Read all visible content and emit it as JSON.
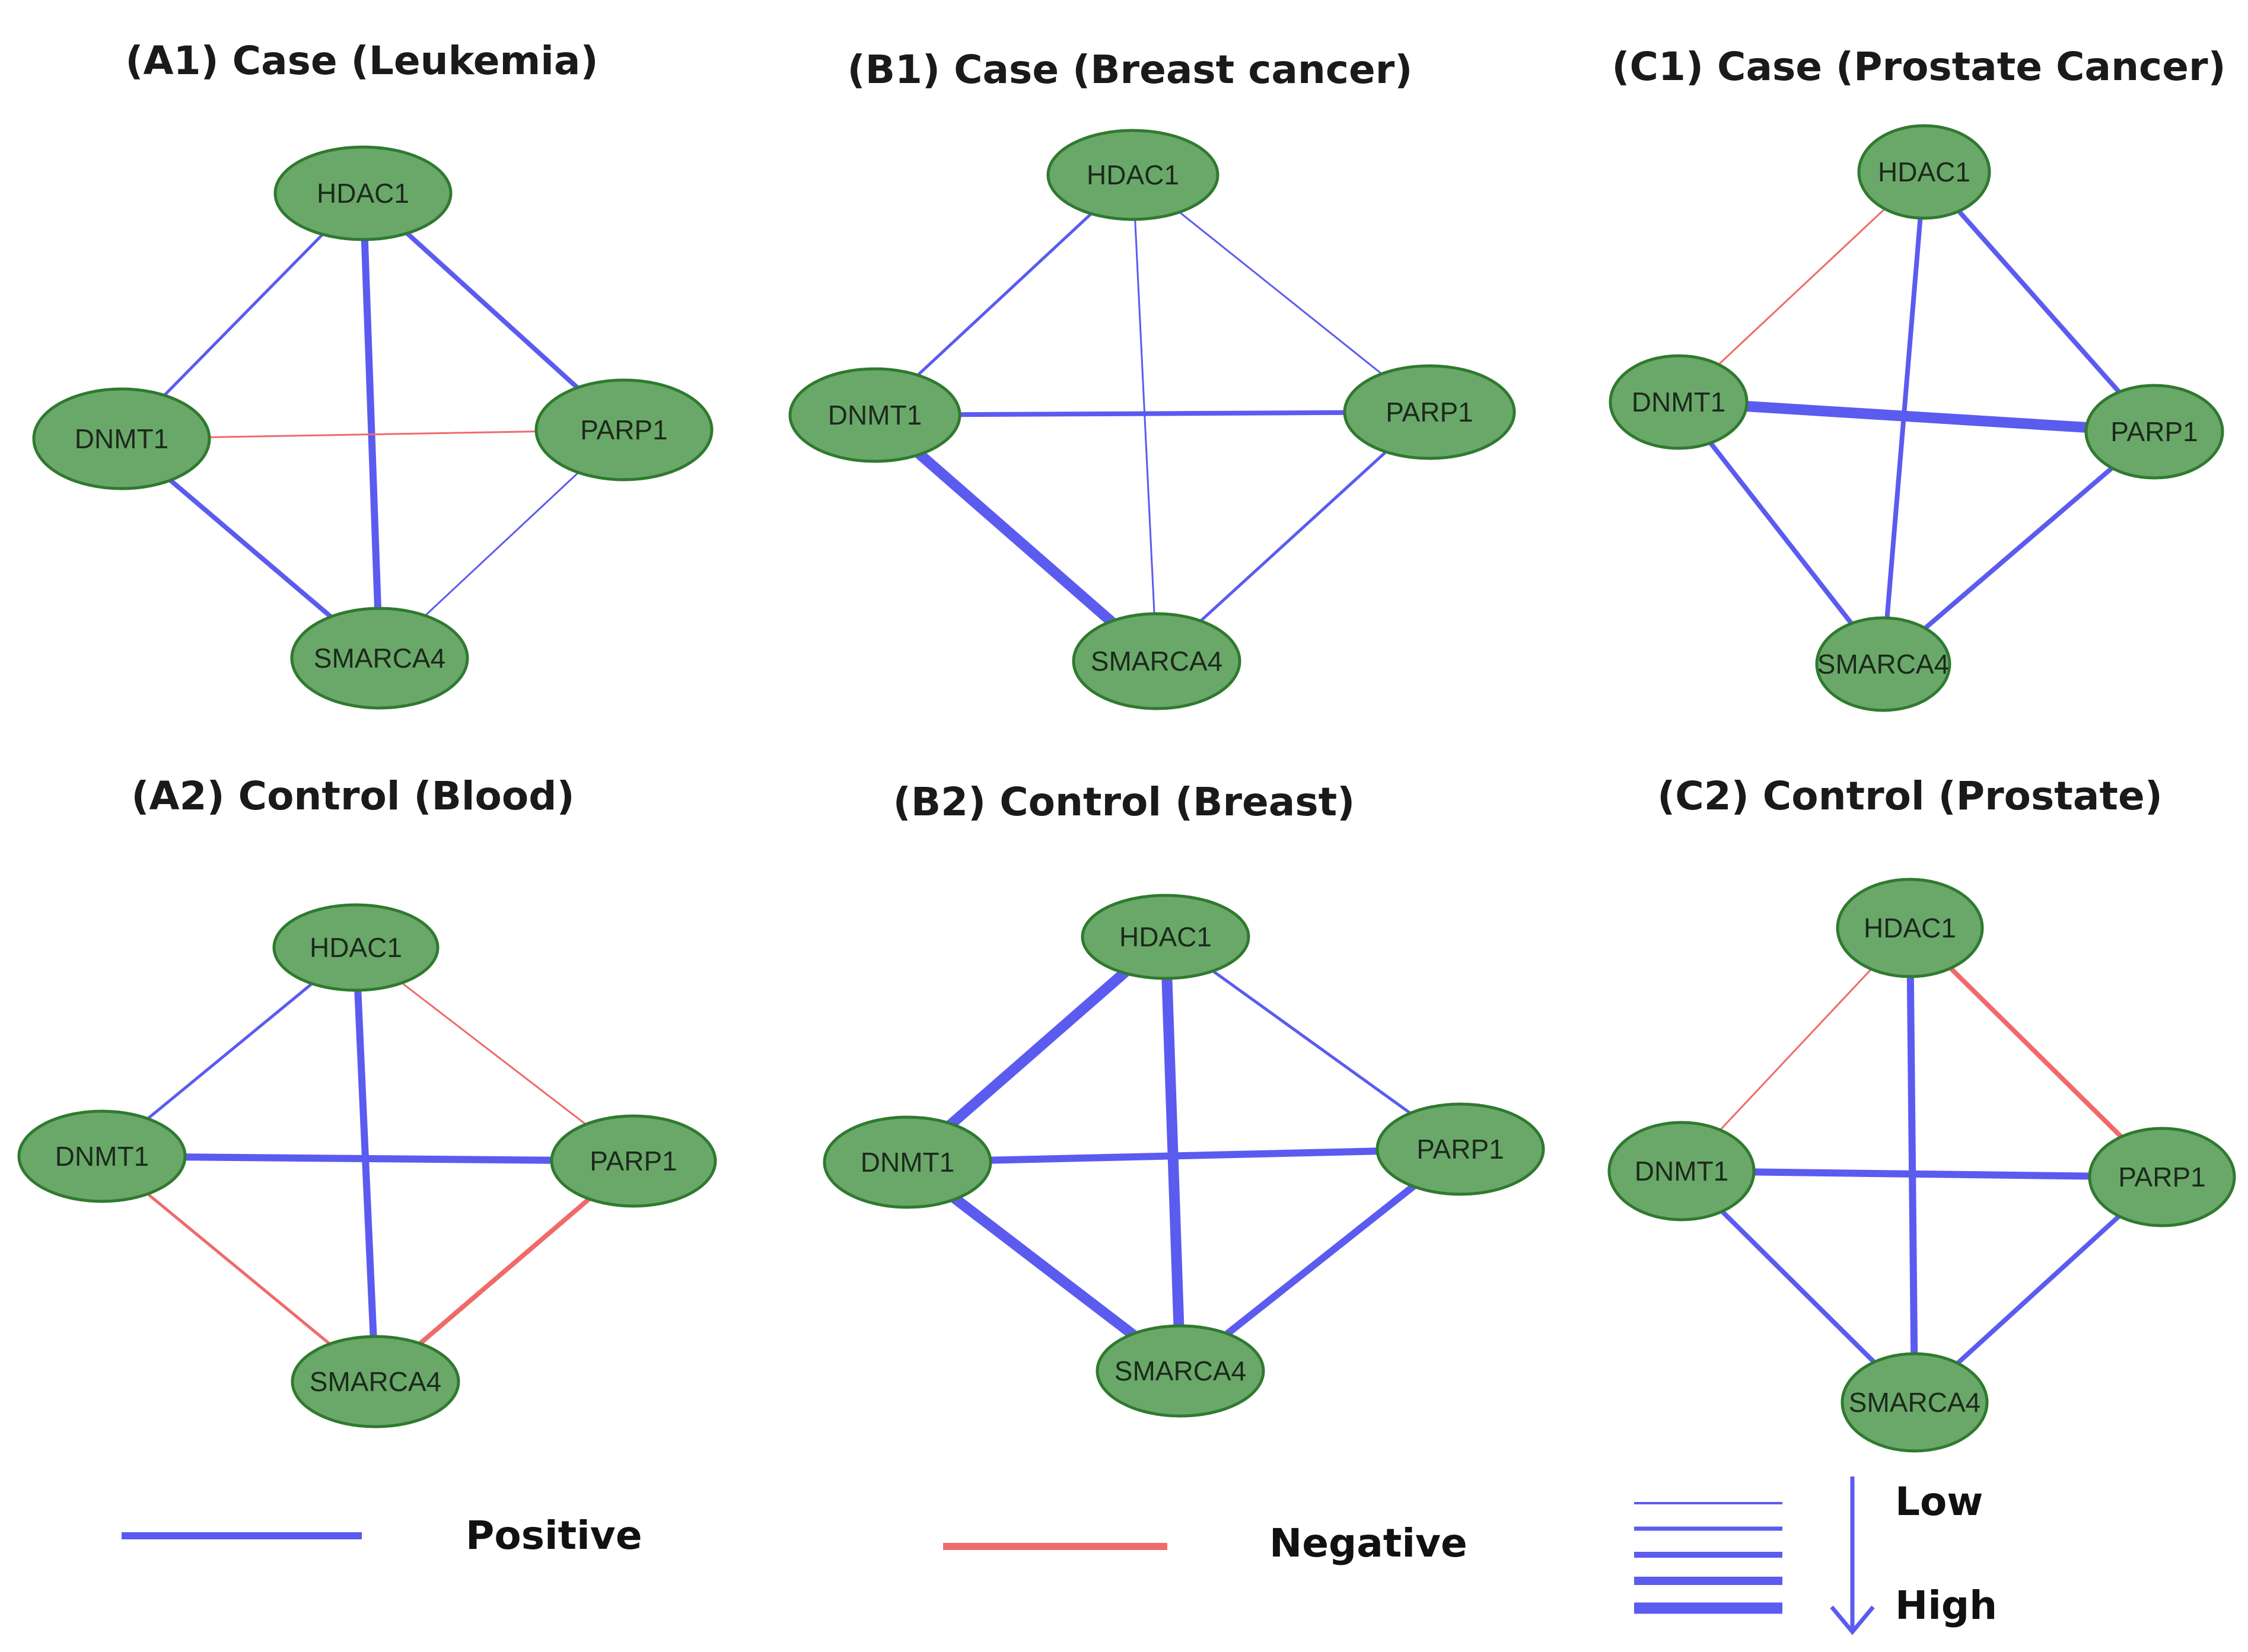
{
  "colors": {
    "positive": "#5b5bf0",
    "negative": "#f06a6a",
    "node_fill": "#6aa86a",
    "node_stroke": "#2f7a2f"
  },
  "panels": [
    {
      "id": "a1",
      "title": "(A1) Case (Leukemia)",
      "nodes": {
        "HDAC1": "HDAC1",
        "DNMT1": "DNMT1",
        "PARP1": "PARP1",
        "SMARCA4": "SMARCA4"
      },
      "edges": [
        {
          "from": "HDAC1",
          "to": "DNMT1",
          "sign": "positive",
          "strength": 2
        },
        {
          "from": "HDAC1",
          "to": "PARP1",
          "sign": "positive",
          "strength": 3
        },
        {
          "from": "HDAC1",
          "to": "SMARCA4",
          "sign": "positive",
          "strength": 4
        },
        {
          "from": "DNMT1",
          "to": "PARP1",
          "sign": "negative",
          "strength": 1
        },
        {
          "from": "DNMT1",
          "to": "SMARCA4",
          "sign": "positive",
          "strength": 3
        },
        {
          "from": "PARP1",
          "to": "SMARCA4",
          "sign": "positive",
          "strength": 1
        }
      ]
    },
    {
      "id": "b1",
      "title": "(B1) Case (Breast cancer)",
      "nodes": {
        "HDAC1": "HDAC1",
        "DNMT1": "DNMT1",
        "PARP1": "PARP1",
        "SMARCA4": "SMARCA4"
      },
      "edges": [
        {
          "from": "HDAC1",
          "to": "DNMT1",
          "sign": "positive",
          "strength": 2
        },
        {
          "from": "HDAC1",
          "to": "PARP1",
          "sign": "positive",
          "strength": 1
        },
        {
          "from": "HDAC1",
          "to": "SMARCA4",
          "sign": "positive",
          "strength": 1
        },
        {
          "from": "DNMT1",
          "to": "PARP1",
          "sign": "positive",
          "strength": 3
        },
        {
          "from": "DNMT1",
          "to": "SMARCA4",
          "sign": "positive",
          "strength": 5
        },
        {
          "from": "PARP1",
          "to": "SMARCA4",
          "sign": "positive",
          "strength": 2
        }
      ]
    },
    {
      "id": "c1",
      "title": "(C1) Case (Prostate Cancer)",
      "nodes": {
        "HDAC1": "HDAC1",
        "DNMT1": "DNMT1",
        "PARP1": "PARP1",
        "SMARCA4": "SMARCA4"
      },
      "edges": [
        {
          "from": "HDAC1",
          "to": "DNMT1",
          "sign": "negative",
          "strength": 1
        },
        {
          "from": "HDAC1",
          "to": "PARP1",
          "sign": "positive",
          "strength": 3
        },
        {
          "from": "HDAC1",
          "to": "SMARCA4",
          "sign": "positive",
          "strength": 3
        },
        {
          "from": "DNMT1",
          "to": "PARP1",
          "sign": "positive",
          "strength": 5
        },
        {
          "from": "DNMT1",
          "to": "SMARCA4",
          "sign": "positive",
          "strength": 3
        },
        {
          "from": "PARP1",
          "to": "SMARCA4",
          "sign": "positive",
          "strength": 3
        }
      ]
    },
    {
      "id": "a2",
      "title": "(A2) Control (Blood)",
      "nodes": {
        "HDAC1": "HDAC1",
        "DNMT1": "DNMT1",
        "PARP1": "PARP1",
        "SMARCA4": "SMARCA4"
      },
      "edges": [
        {
          "from": "HDAC1",
          "to": "DNMT1",
          "sign": "positive",
          "strength": 2
        },
        {
          "from": "HDAC1",
          "to": "PARP1",
          "sign": "negative",
          "strength": 1
        },
        {
          "from": "HDAC1",
          "to": "SMARCA4",
          "sign": "positive",
          "strength": 4
        },
        {
          "from": "DNMT1",
          "to": "PARP1",
          "sign": "positive",
          "strength": 4
        },
        {
          "from": "DNMT1",
          "to": "SMARCA4",
          "sign": "negative",
          "strength": 2
        },
        {
          "from": "PARP1",
          "to": "SMARCA4",
          "sign": "negative",
          "strength": 3
        }
      ]
    },
    {
      "id": "b2",
      "title": "(B2) Control (Breast)",
      "nodes": {
        "HDAC1": "HDAC1",
        "DNMT1": "DNMT1",
        "PARP1": "PARP1",
        "SMARCA4": "SMARCA4"
      },
      "edges": [
        {
          "from": "HDAC1",
          "to": "DNMT1",
          "sign": "positive",
          "strength": 5
        },
        {
          "from": "HDAC1",
          "to": "PARP1",
          "sign": "positive",
          "strength": 2
        },
        {
          "from": "HDAC1",
          "to": "SMARCA4",
          "sign": "positive",
          "strength": 5
        },
        {
          "from": "DNMT1",
          "to": "PARP1",
          "sign": "positive",
          "strength": 4
        },
        {
          "from": "DNMT1",
          "to": "SMARCA4",
          "sign": "positive",
          "strength": 5
        },
        {
          "from": "PARP1",
          "to": "SMARCA4",
          "sign": "positive",
          "strength": 4
        }
      ]
    },
    {
      "id": "c2",
      "title": "(C2) Control (Prostate)",
      "nodes": {
        "HDAC1": "HDAC1",
        "DNMT1": "DNMT1",
        "PARP1": "PARP1",
        "SMARCA4": "SMARCA4"
      },
      "edges": [
        {
          "from": "HDAC1",
          "to": "DNMT1",
          "sign": "negative",
          "strength": 1
        },
        {
          "from": "HDAC1",
          "to": "PARP1",
          "sign": "negative",
          "strength": 3
        },
        {
          "from": "HDAC1",
          "to": "SMARCA4",
          "sign": "positive",
          "strength": 4
        },
        {
          "from": "DNMT1",
          "to": "PARP1",
          "sign": "positive",
          "strength": 4
        },
        {
          "from": "DNMT1",
          "to": "SMARCA4",
          "sign": "positive",
          "strength": 3
        },
        {
          "from": "PARP1",
          "to": "SMARCA4",
          "sign": "positive",
          "strength": 3
        }
      ]
    }
  ],
  "legend": {
    "positive": "Positive",
    "negative": "Negative",
    "low": "Low",
    "high": "High"
  }
}
